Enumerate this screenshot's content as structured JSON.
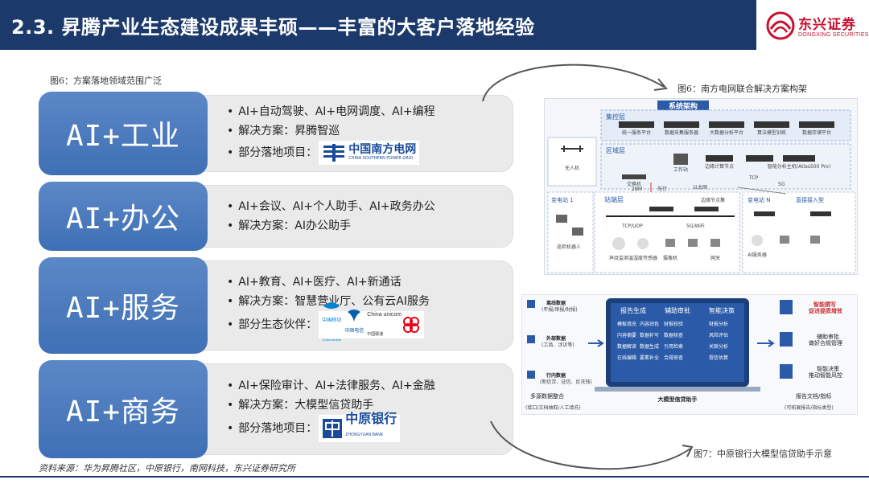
{
  "header": {
    "title": "2.3. 昇腾产业生态建设成果丰硕——丰富的大客户落地经验",
    "logo_cn": "东兴证券",
    "logo_en": "DONGXING SECURITIES",
    "color": "#1b3a6b"
  },
  "captions": {
    "fig6": "图6：方案落地领域范围广泛",
    "fig6_right": "图6：南方电网联合解决方案构架",
    "fig7": "图7：中原银行大模型信贷助手示意"
  },
  "rows": [
    {
      "label": "AI+工业",
      "bullets": [
        "AI+自动驾驶、AI+电网调度、AI+编程",
        "解决方案：昇腾智巡",
        "部分落地项目："
      ],
      "logo": {
        "cn": "中国南方电网",
        "en": "CHINA SOUTHERN POWER GRID"
      }
    },
    {
      "label": "AI+办公",
      "bullets": [
        "AI+会议、AI+个人助手、AI+政务办公",
        "解决方案：AI办公助手"
      ]
    },
    {
      "label": "AI+服务",
      "bullets": [
        "AI+教育、AI+医疗、AI+新通话",
        "解决方案：智慧营业厅、公有云AI服务",
        "部分生态伙伴："
      ],
      "logos": [
        {
          "cn": "中国移动",
          "en": "China Mobile"
        },
        {
          "cn": "中国电信",
          "en": ""
        },
        {
          "cn": "中国联通",
          "en": "China unicom"
        }
      ]
    },
    {
      "label": "AI+商务",
      "bullets": [
        "AI+保险审计、AI+法律服务、AI+金融",
        "解决方案：大模型信贷助手",
        "部分落地项目："
      ],
      "logo": {
        "cn": "中原银行",
        "en": "ZHONGYUAN BANK"
      }
    }
  ],
  "diagram1": {
    "title": "系统架构",
    "layers": [
      "集控层",
      "区域层",
      "站端层",
      "直接接入型"
    ],
    "sub_labels": [
      "变电站 1",
      "变电站 N",
      "边缘节点集",
      "交换机",
      "TCP",
      "5G",
      "2BM",
      "先行",
      "以太网",
      "TCP/UDP",
      "5G/WiFi"
    ],
    "devices": [
      "统一服务平台",
      "数据采集服务器",
      "大数据分析平台",
      "算法模型训练",
      "数据存储平台",
      "边缘计算节点",
      "智能分析主机(Atlas500 Pro)",
      "AI服务器",
      "网关",
      "摄像机",
      "声纹监测",
      "温湿度传感器",
      "无人机",
      "巡检机器人",
      "工作站"
    ]
  },
  "diagram2": {
    "inputs": [
      "离线数据",
      "(年报/审报/财报)",
      "外部数据",
      "(工商、涉诉等)",
      "行内数据",
      "(新信贷、征信、反洗钱)"
    ],
    "source_label": "多源数据整合",
    "bottom_left": "(接口/文档抽取/人工填充)",
    "columns": [
      "报告生成",
      "辅助审批",
      "智能决策"
    ],
    "tasks": [
      "模板填充",
      "内容润色",
      "财报校验",
      "财报分析",
      "内容摘要",
      "数据补写",
      "数据核查",
      "风险评估",
      "数据解读",
      "数据生成",
      "引用检索",
      "关联分析",
      "在线编辑",
      "要素补全",
      "合规审查",
      "授信估算"
    ],
    "center_label": "大模型信贷助手",
    "outputs": [
      "智能撰写",
      "促进提质增效",
      "辅助审批",
      "做好合规管理",
      "智能决策",
      "推动智能风控"
    ],
    "bottom_right": "报告文档/指标",
    "bottom_right_sub": "(可拓展报告/指标类型)"
  },
  "source_note": "资料来源：华为昇腾社区，中原银行，南网科技，东兴证券研究所"
}
